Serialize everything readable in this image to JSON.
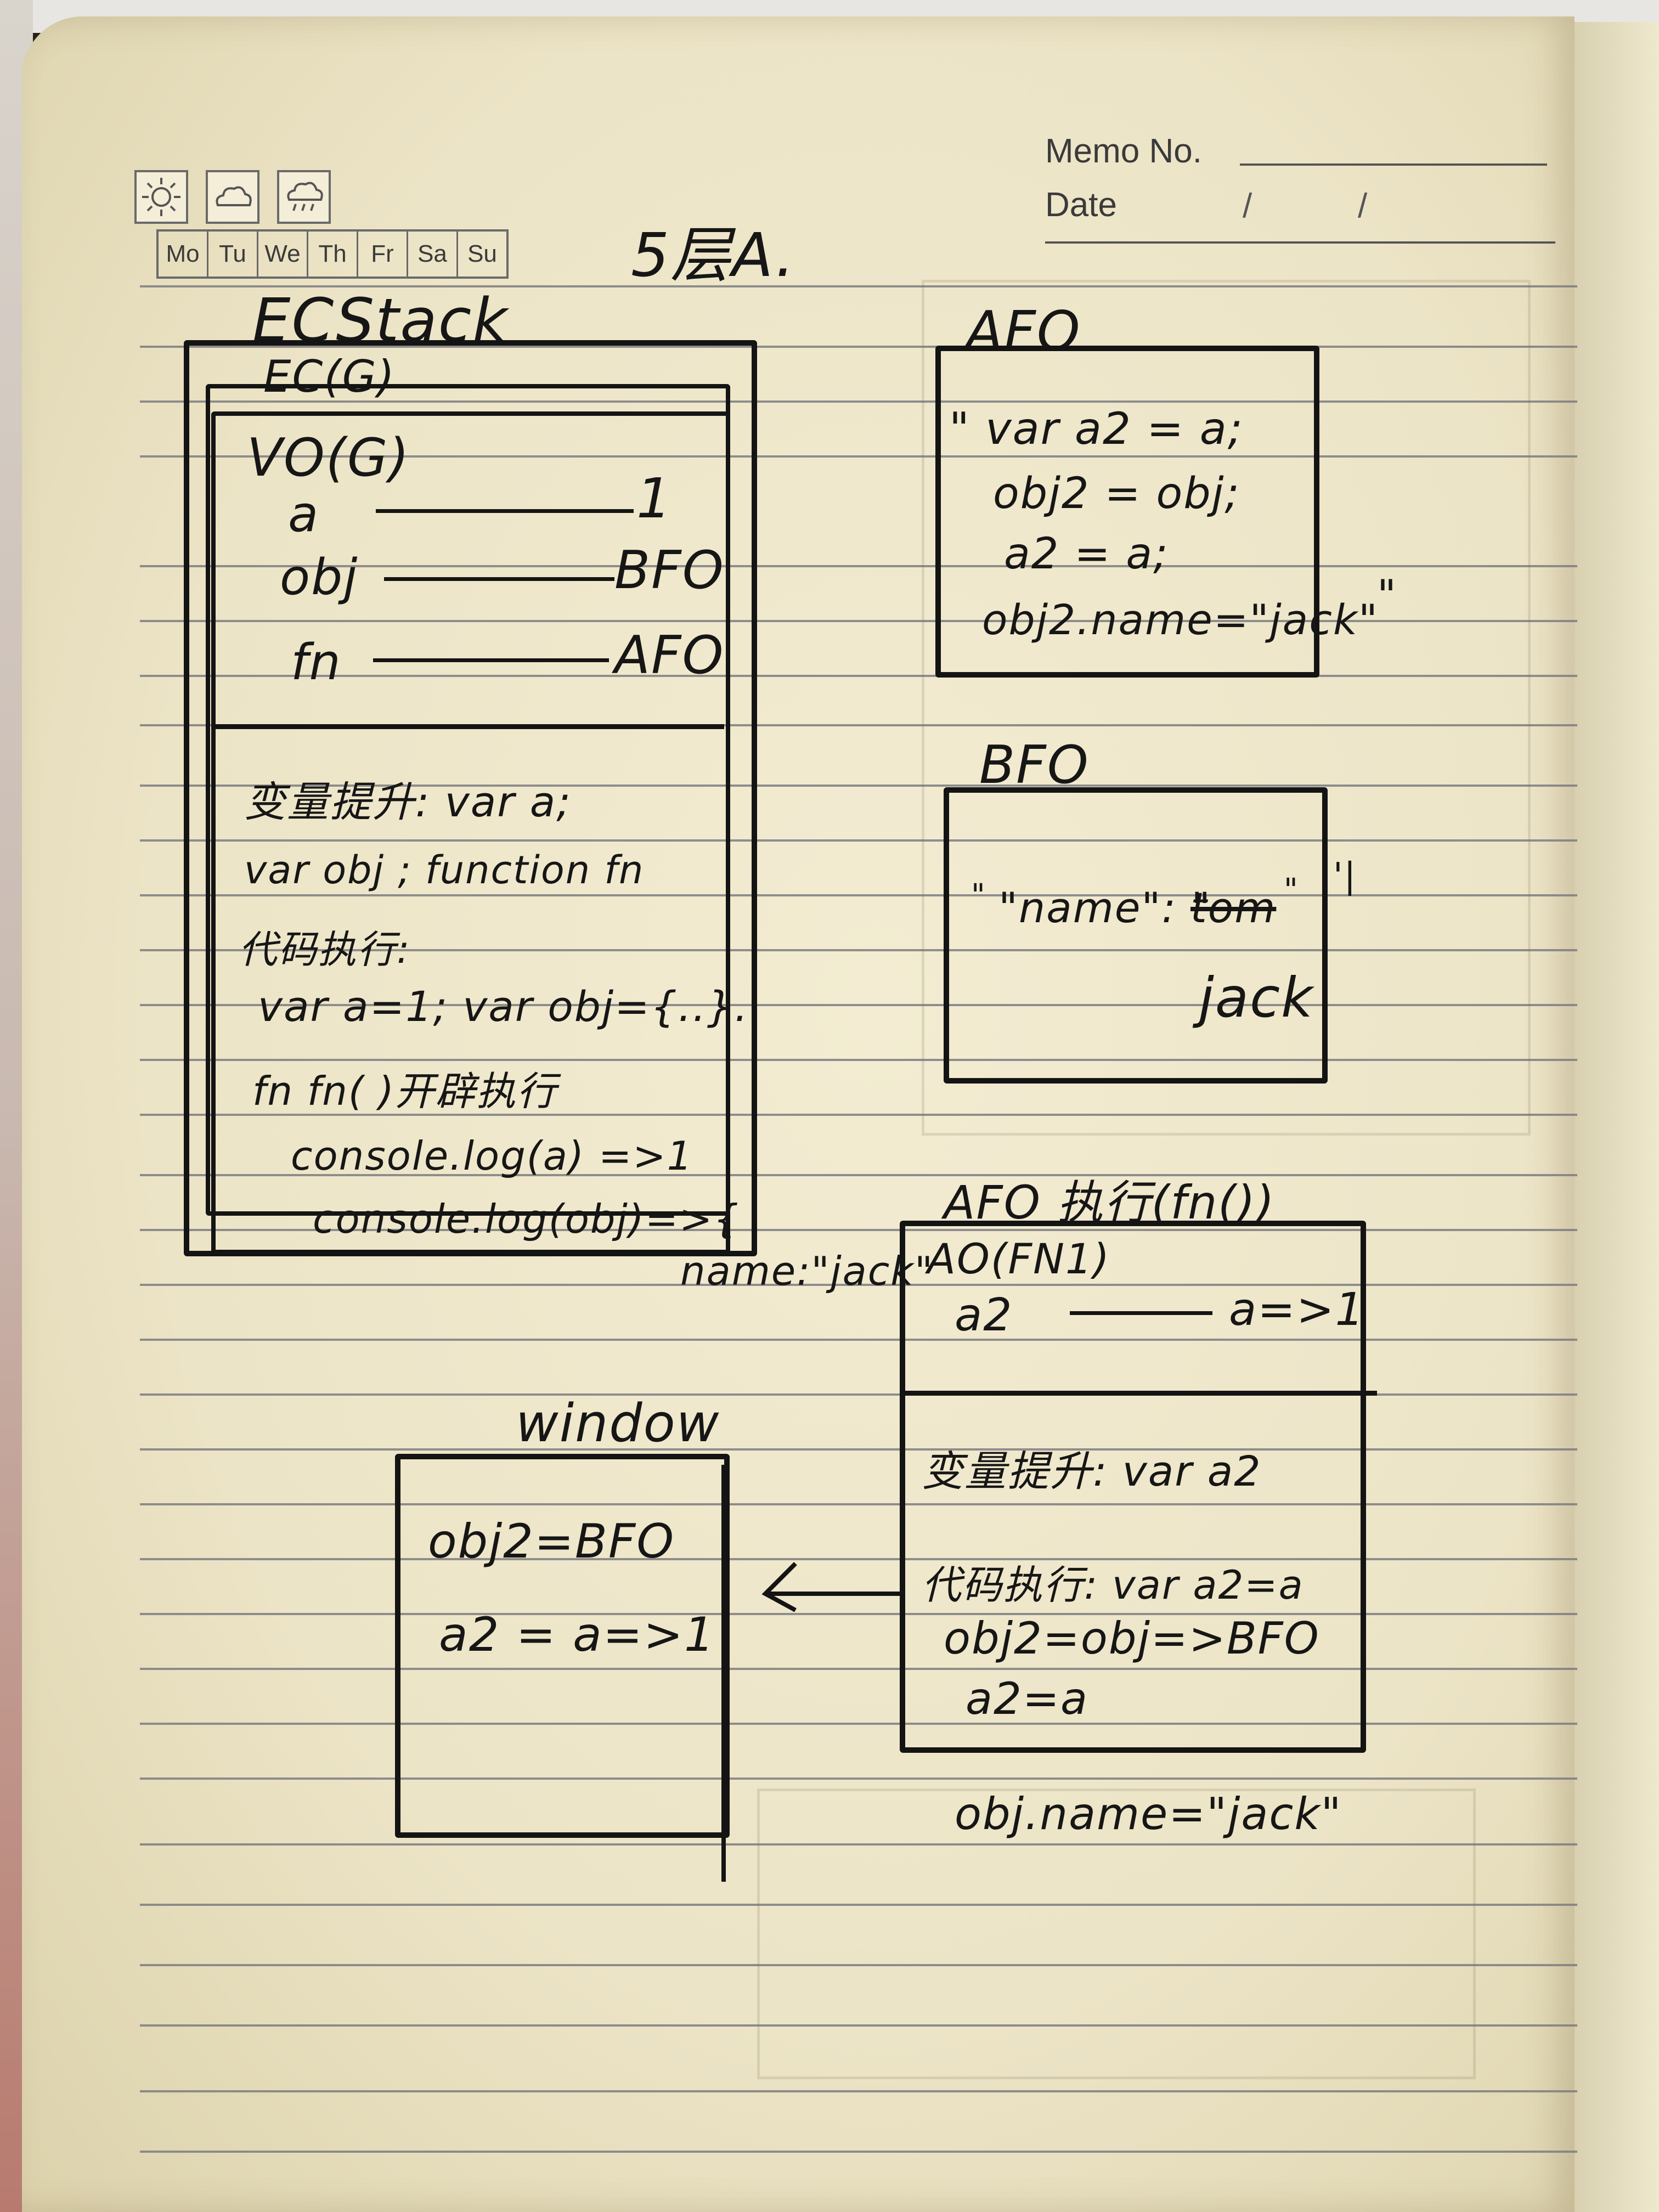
{
  "header": {
    "memo_label": "Memo No.",
    "date_label": "Date",
    "date_sep1": "/",
    "date_sep2": "/",
    "weather_icons": [
      "sun-icon",
      "cloud-icon",
      "rain-icon"
    ],
    "days": [
      "Mo",
      "Tu",
      "We",
      "Th",
      "Fr",
      "Sa",
      "Su"
    ]
  },
  "page_title": "5层A.",
  "ecstack": {
    "title": "ECStack",
    "ec_label": "EC(G)",
    "vo_label": "VO(G)",
    "vars": [
      {
        "name": "a",
        "value": "1"
      },
      {
        "name": "obj",
        "value": "BFO"
      },
      {
        "name": "fn",
        "value": "AFO"
      }
    ],
    "lines": [
      "变量提升: var a;",
      "var obj ; function fn",
      "代码执行:",
      "var a=1; var obj={..}.",
      "fn    fn( )开辟执行",
      "console.log(a) =>1",
      "console.log(obj)=>{"
    ],
    "overflow_note": "name:\"jack\""
  },
  "afo": {
    "title": "AFO",
    "lines": [
      "\" var a2 = a;",
      "obj2 = obj;",
      "a2 = a;",
      "obj2.name=\"jack\""
    ],
    "trailing_quote": "\""
  },
  "bfo": {
    "title": "BFO",
    "key": "\"name\": \"",
    "struck_value": "tom",
    "close_quote": "\"",
    "new_value": "jack",
    "leading_quote": "\"",
    "tail_mark": "'|"
  },
  "afo_exec": {
    "title": "AFO 执行(fn())",
    "ao_label": "AO(FN1)",
    "ao_var": "a2",
    "ao_value": "a=>1",
    "lines": [
      "变量提升: var a2",
      "代码执行: var a2=a",
      "obj2=obj=>BFO",
      "a2=a"
    ],
    "below_note": "obj.name=\"jack\""
  },
  "window": {
    "title": "window",
    "lines": [
      "obj2=BFO",
      "a2 = a=>1"
    ]
  }
}
